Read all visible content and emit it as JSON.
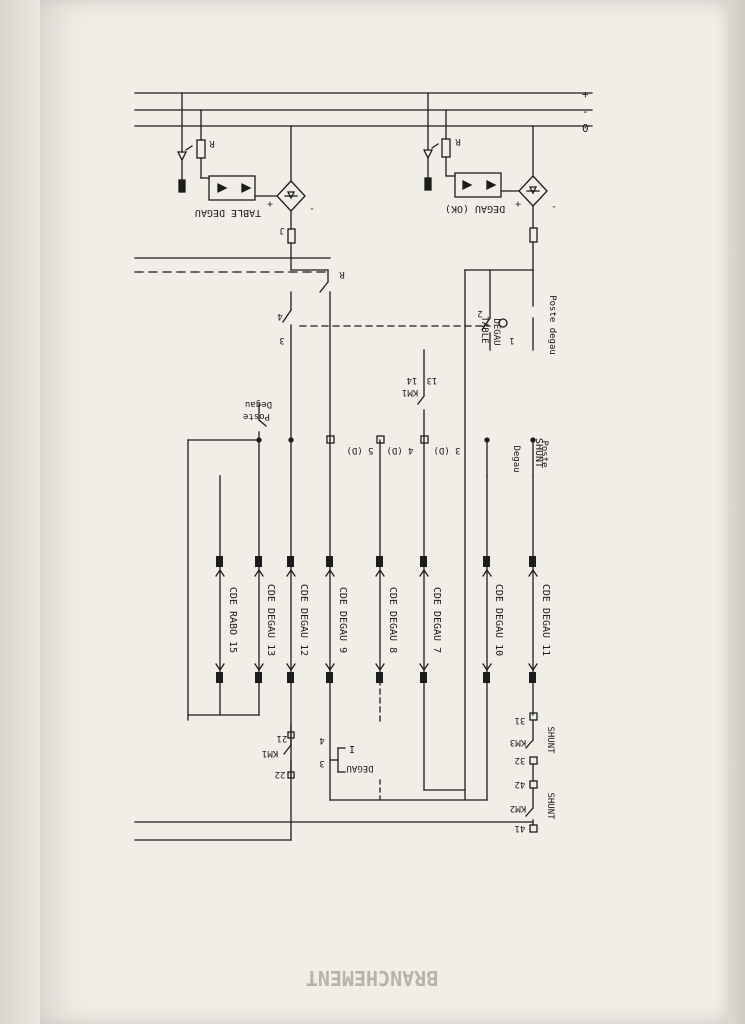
{
  "rails": {
    "plus": "+",
    "minus": "-",
    "zero": "0"
  },
  "modules": {
    "table_degau": {
      "label": "TABLE DEGAU",
      "r": "R",
      "plus": "+",
      "minus": "-"
    },
    "degau_ok": {
      "label": "DEGAU (OK)",
      "r": "R",
      "plus": "+",
      "minus": "-"
    }
  },
  "contacts": {
    "j": "J",
    "r": "R",
    "n4": "4",
    "n3": "3",
    "table_degau": {
      "line1": "TABLE",
      "line2": "DEGAU",
      "n2": "2",
      "n1": "1"
    },
    "poste_degau_top": "Poste degau",
    "poste_degau_left": {
      "line1": "Poste",
      "line2": "Degau"
    },
    "km1_top": {
      "n13": "13",
      "km1": "KM1",
      "n14": "14"
    },
    "poste_degau_shunt": {
      "line1": "Poste",
      "line2": "Degau",
      "shunt": "SHUNT"
    }
  },
  "terminals": [
    "5 (D)",
    "4 (D)",
    "3 (D)"
  ],
  "cde_lines": [
    {
      "label": "CDE RABO 15"
    },
    {
      "label": "CDE DEGAU 13"
    },
    {
      "label": "CDE DEGAU 12"
    },
    {
      "label": "CDE DEGAU 9"
    },
    {
      "label": "CDE DEGAU 8"
    },
    {
      "label": "CDE DEGAU 7"
    },
    {
      "label": "CDE DEGAU 10"
    },
    {
      "label": "CDE DEGAU 11"
    }
  ],
  "bottom": {
    "km1": "KM1",
    "n21": "21",
    "n22": "22",
    "degau": "DEGAU",
    "i": "I",
    "n3": "3",
    "n4": "4",
    "km3": "KM3",
    "n31": "31",
    "n32": "32",
    "shunt1": "SHUNT",
    "km2": "KM2",
    "n42": "42",
    "n41": "41",
    "shunt2": "SHUNT"
  },
  "footer": "BRANCHEMENT"
}
